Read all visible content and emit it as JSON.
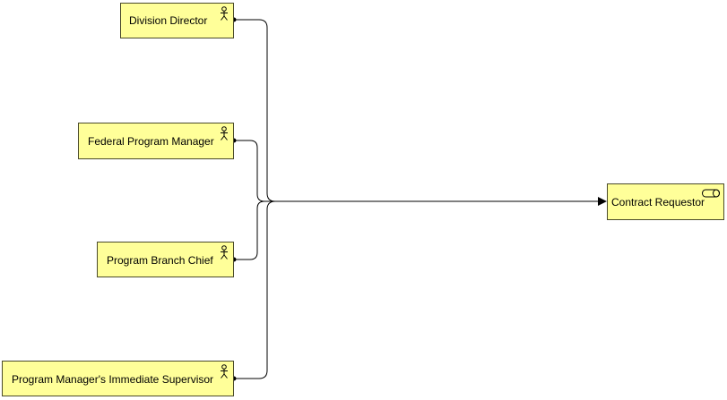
{
  "diagram": {
    "nodes": [
      {
        "id": "director",
        "label": "Division Director",
        "type": "actor"
      },
      {
        "id": "fpm",
        "label": "Federal Program Manager",
        "type": "actor"
      },
      {
        "id": "pbc",
        "label": "Program Branch Chief",
        "type": "actor"
      },
      {
        "id": "pmis",
        "label": "Program Manager's Immediate Supervisor",
        "type": "actor"
      },
      {
        "id": "contract",
        "label": "Contract Requestor",
        "type": "role"
      }
    ],
    "edges": [
      {
        "from": "director",
        "to": "contract",
        "kind": "assignment"
      },
      {
        "from": "fpm",
        "to": "contract",
        "kind": "assignment"
      },
      {
        "from": "pbc",
        "to": "contract",
        "kind": "assignment"
      },
      {
        "from": "pmis",
        "to": "contract",
        "kind": "assignment"
      }
    ],
    "colors": {
      "node_fill": "#ffff99",
      "node_border": "#4a4a2a",
      "line": "#000000"
    },
    "icons": {
      "actor": "actor-stick-figure-icon",
      "role": "role-cylinder-icon"
    }
  }
}
